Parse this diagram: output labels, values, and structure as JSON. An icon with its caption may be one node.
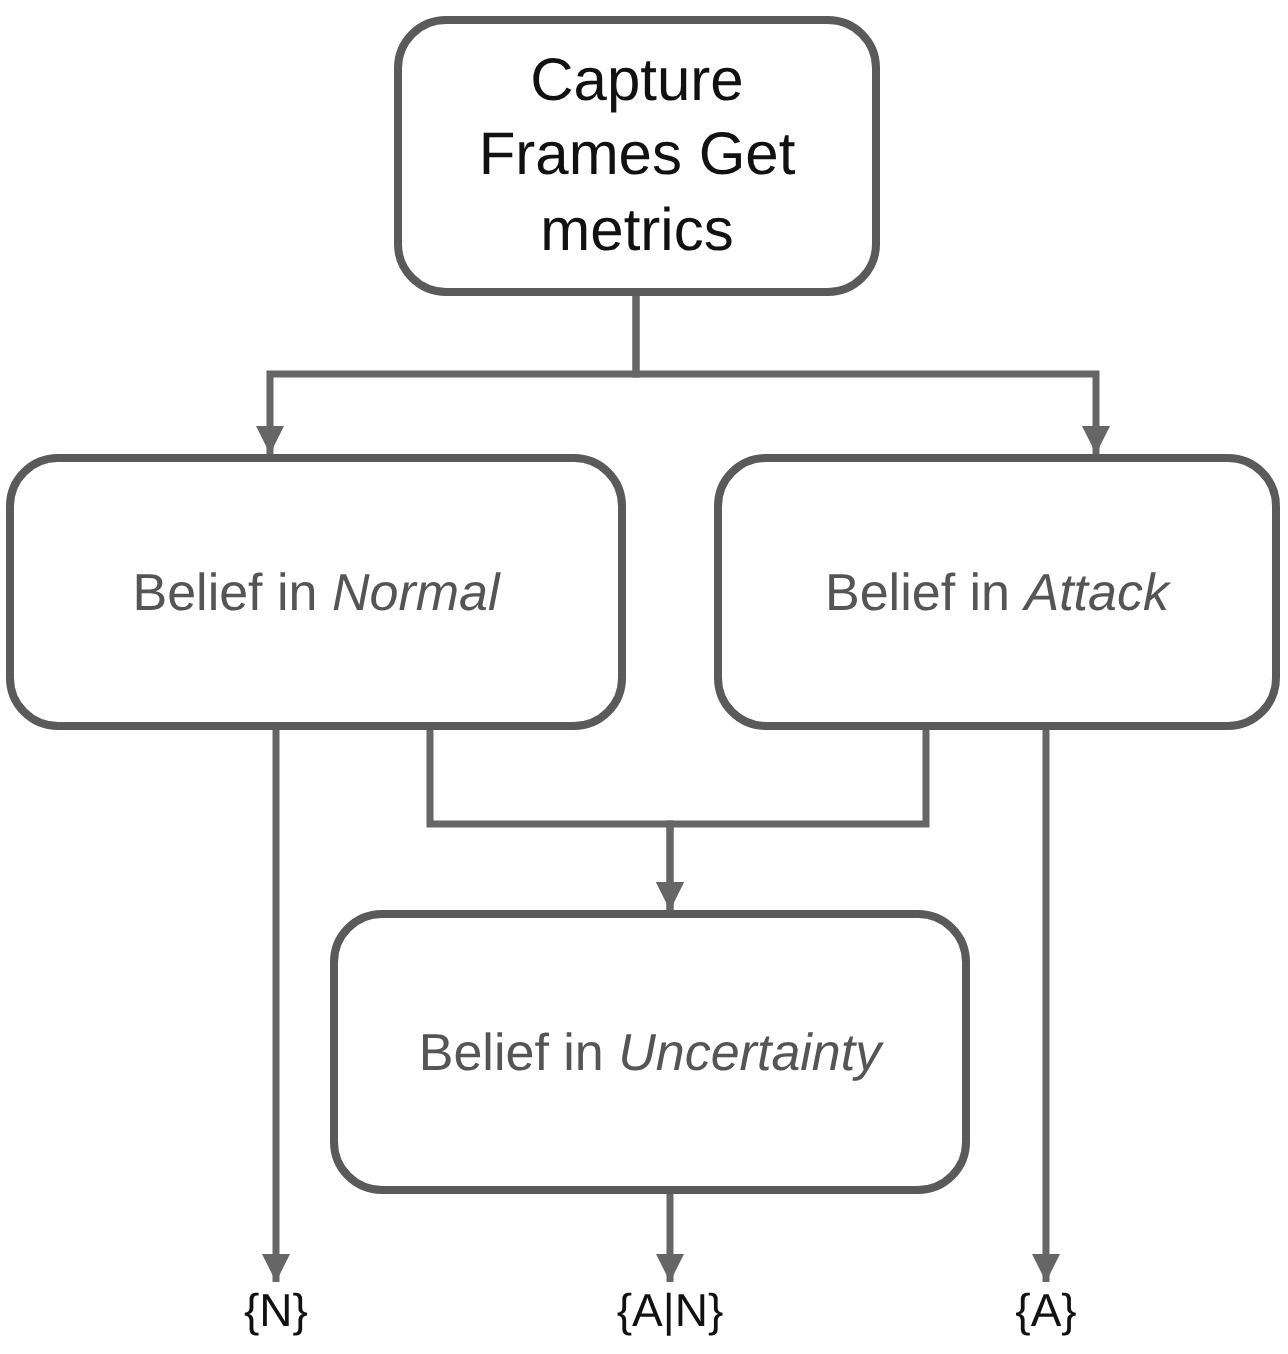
{
  "diagram": {
    "nodes": [
      {
        "text": [
          "Capture Frames Get metrics"
        ]
      },
      {
        "text": [
          "Belief in *Normal*"
        ]
      },
      {
        "text": [
          "Belief in *Attack*"
        ]
      },
      {
        "text": [
          "Belief in *Uncertainty*"
        ]
      },
      {
        "text": [
          "{N}"
        ]
      },
      {
        "text": [
          "{A|N}"
        ]
      },
      {
        "text": [
          "{A}"
        ]
      }
    ],
    "edges": [
      {
        "from": 0,
        "to": 1,
        "arrow": "to"
      },
      {
        "from": 0,
        "to": 2,
        "arrow": "to"
      },
      {
        "from": 1,
        "to": 3,
        "arrow": "to"
      },
      {
        "from": 2,
        "to": 3,
        "arrow": "to"
      },
      {
        "from": 1,
        "to": 4,
        "arrow": "to"
      },
      {
        "from": 3,
        "to": 5,
        "arrow": "to"
      },
      {
        "from": 2,
        "to": 6,
        "arrow": "to"
      }
    ]
  }
}
